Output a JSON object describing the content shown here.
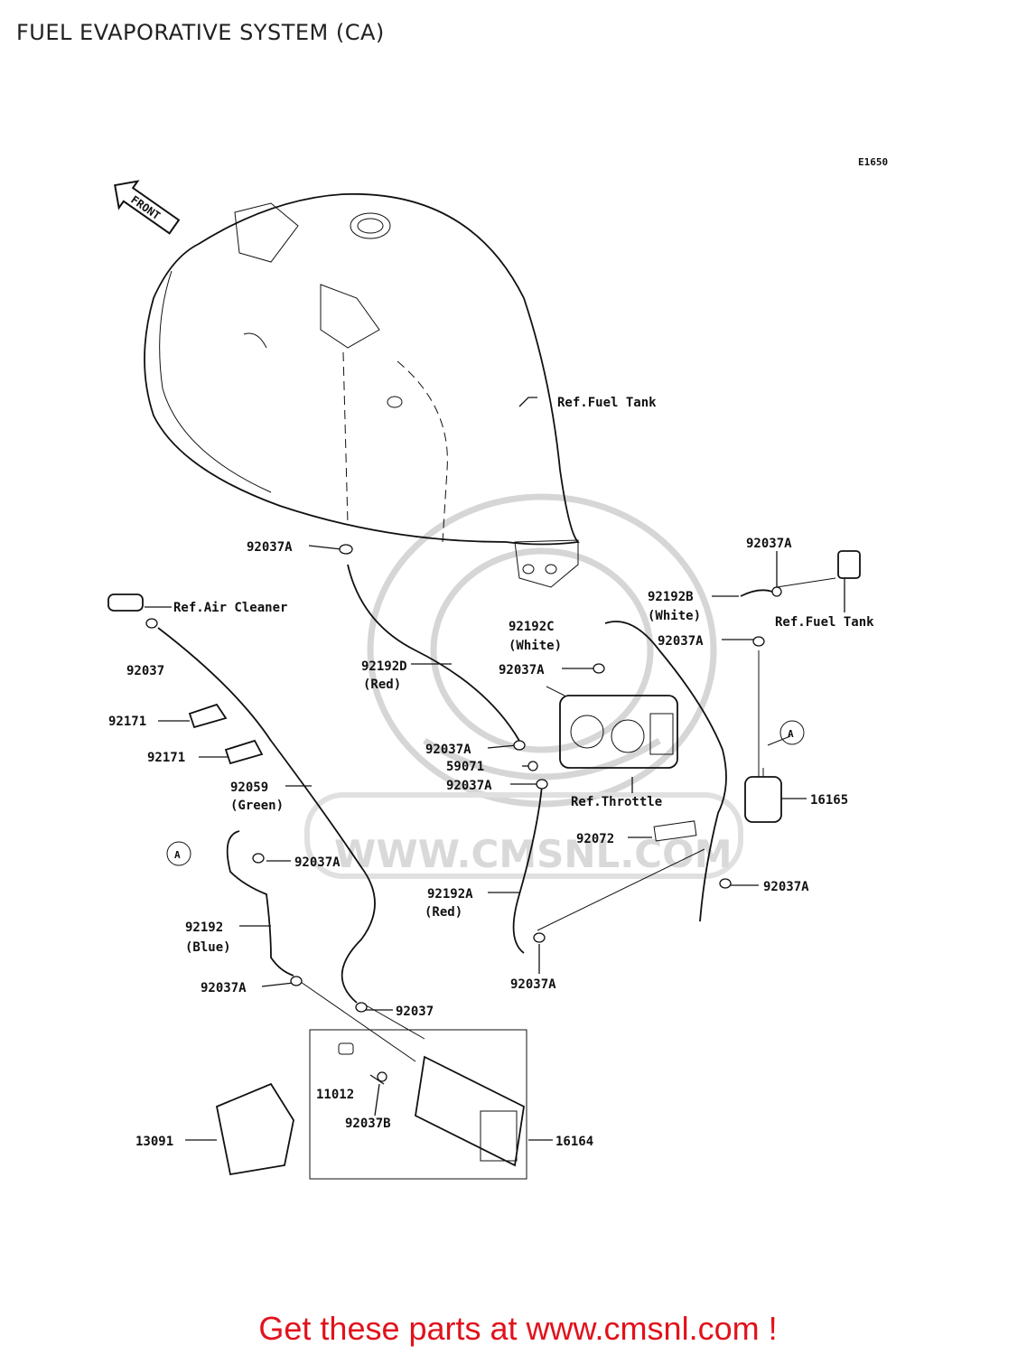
{
  "title": "FUEL EVAPORATIVE SYSTEM (CA)",
  "diagram_code": "E1650",
  "front_label": "FRONT",
  "watermark": "WWW.CMSNL.COM",
  "parts": {
    "p92037A_top": "92037A",
    "ref_fuel_tank_main": "Ref.Fuel Tank",
    "ref_air_cleaner": "Ref.Air Cleaner",
    "p92037_left": "92037",
    "p92192D": "92192D",
    "p92192D_color": "(Red)",
    "p92171_a": "92171",
    "p92171_b": "92171",
    "p92059": "92059",
    "p92059_color": "(Green)",
    "marker_a_left": "A",
    "marker_a_right": "A",
    "p92037A_blue_clamp": "92037A",
    "p92192": "92192",
    "p92192_color": "(Blue)",
    "p92037A_lower_left": "92037A",
    "p92037_lower": "92037",
    "p11012": "11012",
    "p92037B": "92037B",
    "p13091": "13091",
    "p16164": "16164",
    "p92037A_right_top": "92037A",
    "p92192B": "92192B",
    "p92192B_color": "(White)",
    "ref_fuel_tank_right": "Ref.Fuel Tank",
    "p92037A_right_mid": "92037A",
    "p92192C": "92192C",
    "p92192C_color": "(White)",
    "p92037A_throttle": "92037A",
    "p92037A_center": "92037A",
    "p59071": "59071",
    "p92037A_center2": "92037A",
    "ref_throttle": "Ref.Throttle",
    "p16165": "16165",
    "p92072": "92072",
    "p92037A_right_low": "92037A",
    "p92192A": "92192A",
    "p92192A_color": "(Red)",
    "p92037A_bottom": "92037A"
  },
  "footer": "Get these parts at www.cmsnl.com !",
  "colors": {
    "footer": "#e1121b",
    "lines": "#111111",
    "watermark": "#d6d6d6"
  }
}
